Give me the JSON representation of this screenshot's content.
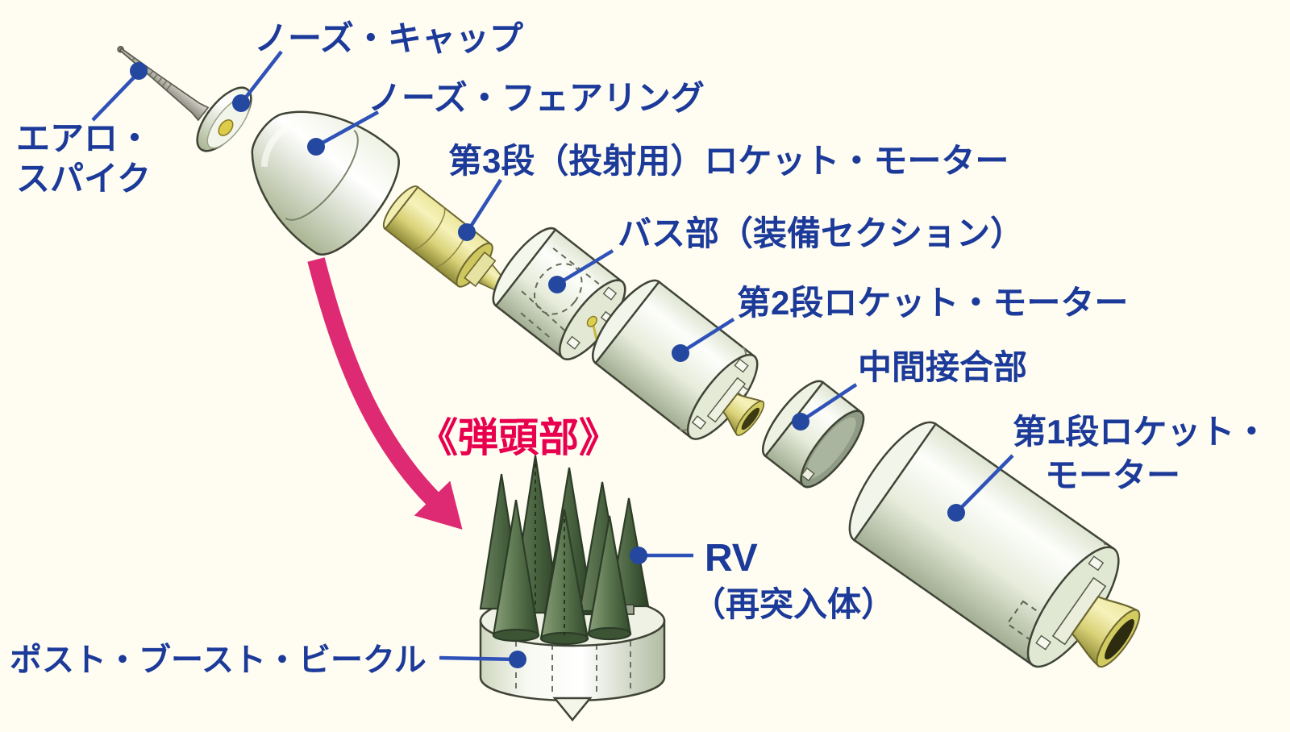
{
  "figure": {
    "type": "exploded-diagram",
    "subject": "ballistic-missile-stages",
    "warhead_section_title": "《弾頭部》",
    "labels": {
      "aero_spike_line1": "エアロ・",
      "aero_spike_line2": "スパイク",
      "nose_cap": "ノーズ・キャップ",
      "nose_fairing": "ノーズ・フェアリング",
      "stage3_motor": "第3段（投射用）ロケット・モーター",
      "bus_section": "バス部（装備セクション）",
      "stage2_motor": "第2段ロケット・モーター",
      "interstage": "中間接合部",
      "stage1_motor_line1": "第1段ロケット・",
      "stage1_motor_line2": "モーター",
      "rv_line1": "RV",
      "rv_line2": "（再突入体）",
      "post_boost_vehicle": "ポスト・ブースト・ビークル"
    },
    "colors": {
      "label_text": "#1c3a99",
      "leader_line": "#2e52b8",
      "leader_dot": "#24479f",
      "warhead_title": "#e8004f",
      "arrow": "#de2a72",
      "rocket_body": "#e7ecdb",
      "rocket_yellow": "#e3dd7e",
      "rv_green": "#56704b",
      "background": "#fffdf2"
    }
  }
}
